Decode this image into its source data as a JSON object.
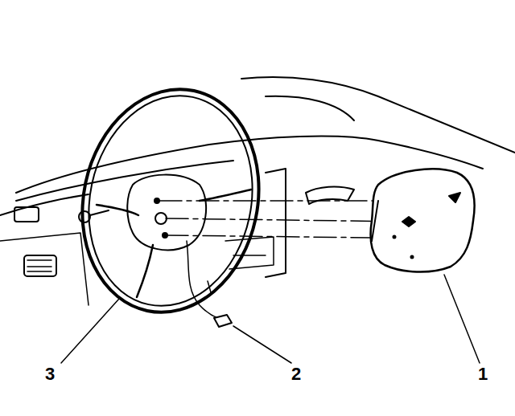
{
  "diagram": {
    "labels": [
      "3",
      "2",
      "1"
    ]
  }
}
